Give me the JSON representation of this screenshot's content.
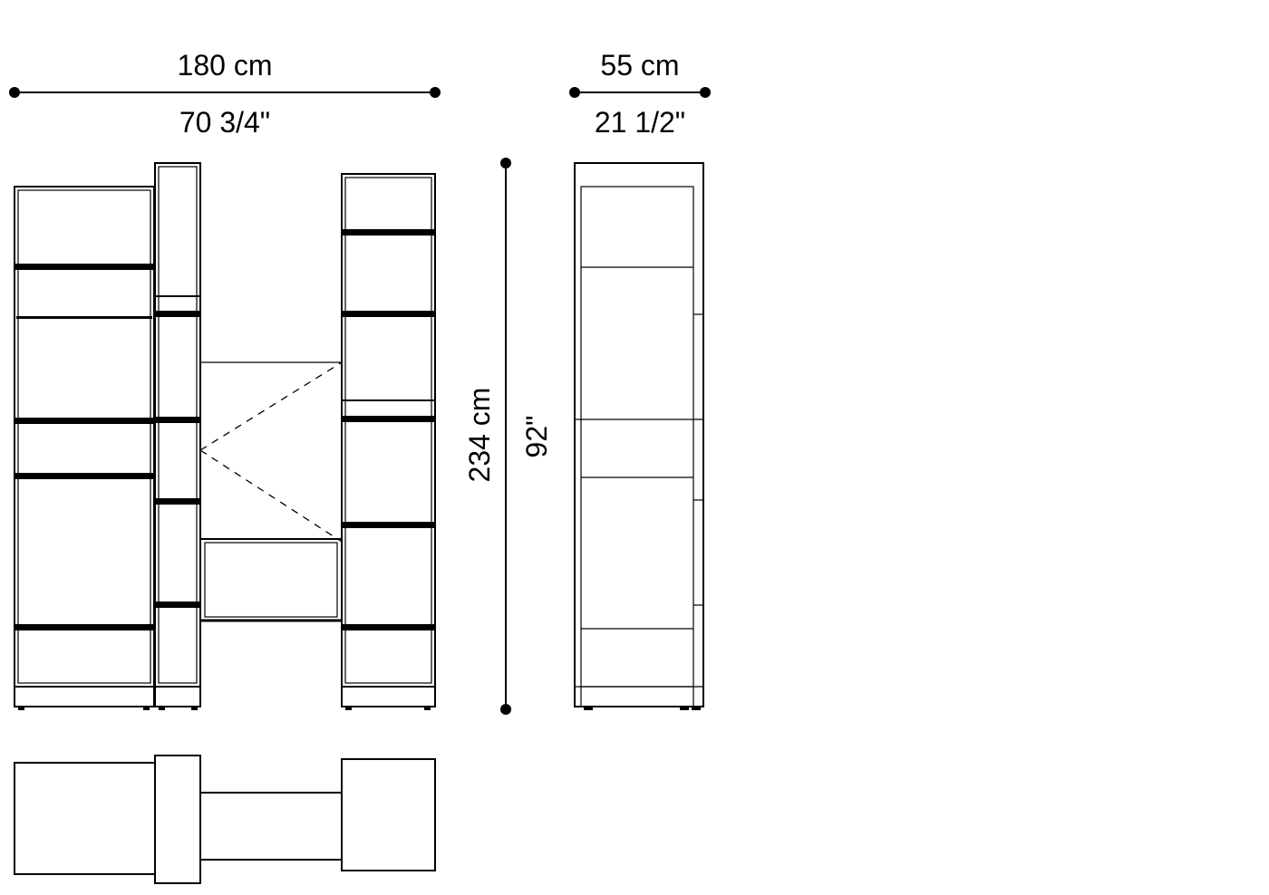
{
  "dimensions": {
    "width_cm": "180 cm",
    "width_in": "70 3/4\"",
    "depth_cm": "55 cm",
    "depth_in": "21 1/2\"",
    "height_cm": "234 cm",
    "height_in": "92\""
  },
  "colors": {
    "line": "#000000",
    "background": "#ffffff"
  }
}
